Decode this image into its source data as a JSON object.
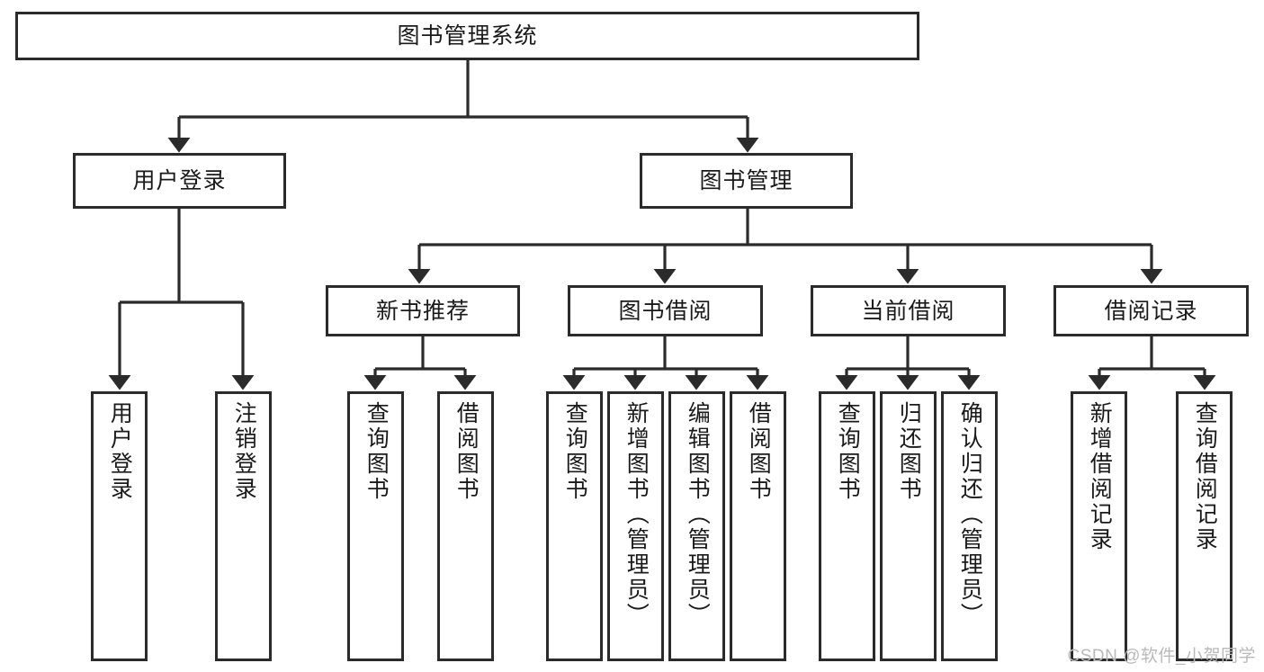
{
  "diagram": {
    "title": "图书管理系统",
    "type": "tree-hierarchy-diagram",
    "colors": {
      "box_border": "#2b2b2b",
      "box_fill": "#ffffff",
      "connector": "#2b2b2b",
      "text": "#1a1a1a",
      "watermark": "#b9b9b9"
    },
    "root": {
      "label": "图书管理系统"
    },
    "level2": [
      {
        "id": "user-login",
        "label": "用户登录"
      },
      {
        "id": "book-management",
        "label": "图书管理"
      }
    ],
    "level3": [
      {
        "id": "new-book-recommend",
        "label": "新书推荐"
      },
      {
        "id": "book-borrow",
        "label": "图书借阅"
      },
      {
        "id": "current-borrow",
        "label": "当前借阅"
      },
      {
        "id": "borrow-record",
        "label": "借阅记录"
      }
    ],
    "leaves": [
      {
        "id": "leaf-user-login",
        "label": "用户登录",
        "parent": "user-login"
      },
      {
        "id": "leaf-user-logout",
        "label": "注销登录",
        "parent": "user-login"
      },
      {
        "id": "leaf-query-book-1",
        "label": "查询图书",
        "parent": "new-book-recommend"
      },
      {
        "id": "leaf-borrow-book-1",
        "label": "借阅图书",
        "parent": "new-book-recommend"
      },
      {
        "id": "leaf-query-book-2",
        "label": "查询图书",
        "parent": "book-borrow"
      },
      {
        "id": "leaf-add-book",
        "label": "新增图书（管理员）",
        "parent": "book-borrow"
      },
      {
        "id": "leaf-edit-book",
        "label": "编辑图书（管理员）",
        "parent": "book-borrow"
      },
      {
        "id": "leaf-borrow-book-2",
        "label": "借阅图书",
        "parent": "book-borrow"
      },
      {
        "id": "leaf-query-book-3",
        "label": "查询图书",
        "parent": "current-borrow"
      },
      {
        "id": "leaf-return-book",
        "label": "归还图书",
        "parent": "current-borrow"
      },
      {
        "id": "leaf-confirm-return",
        "label": "确认归还（管理员）",
        "parent": "current-borrow"
      },
      {
        "id": "leaf-add-record",
        "label": "新增借阅记录",
        "parent": "borrow-record"
      },
      {
        "id": "leaf-query-record",
        "label": "查询借阅记录",
        "parent": "borrow-record"
      }
    ]
  },
  "watermark": {
    "text": "CSDN @软件_小贺同学"
  }
}
